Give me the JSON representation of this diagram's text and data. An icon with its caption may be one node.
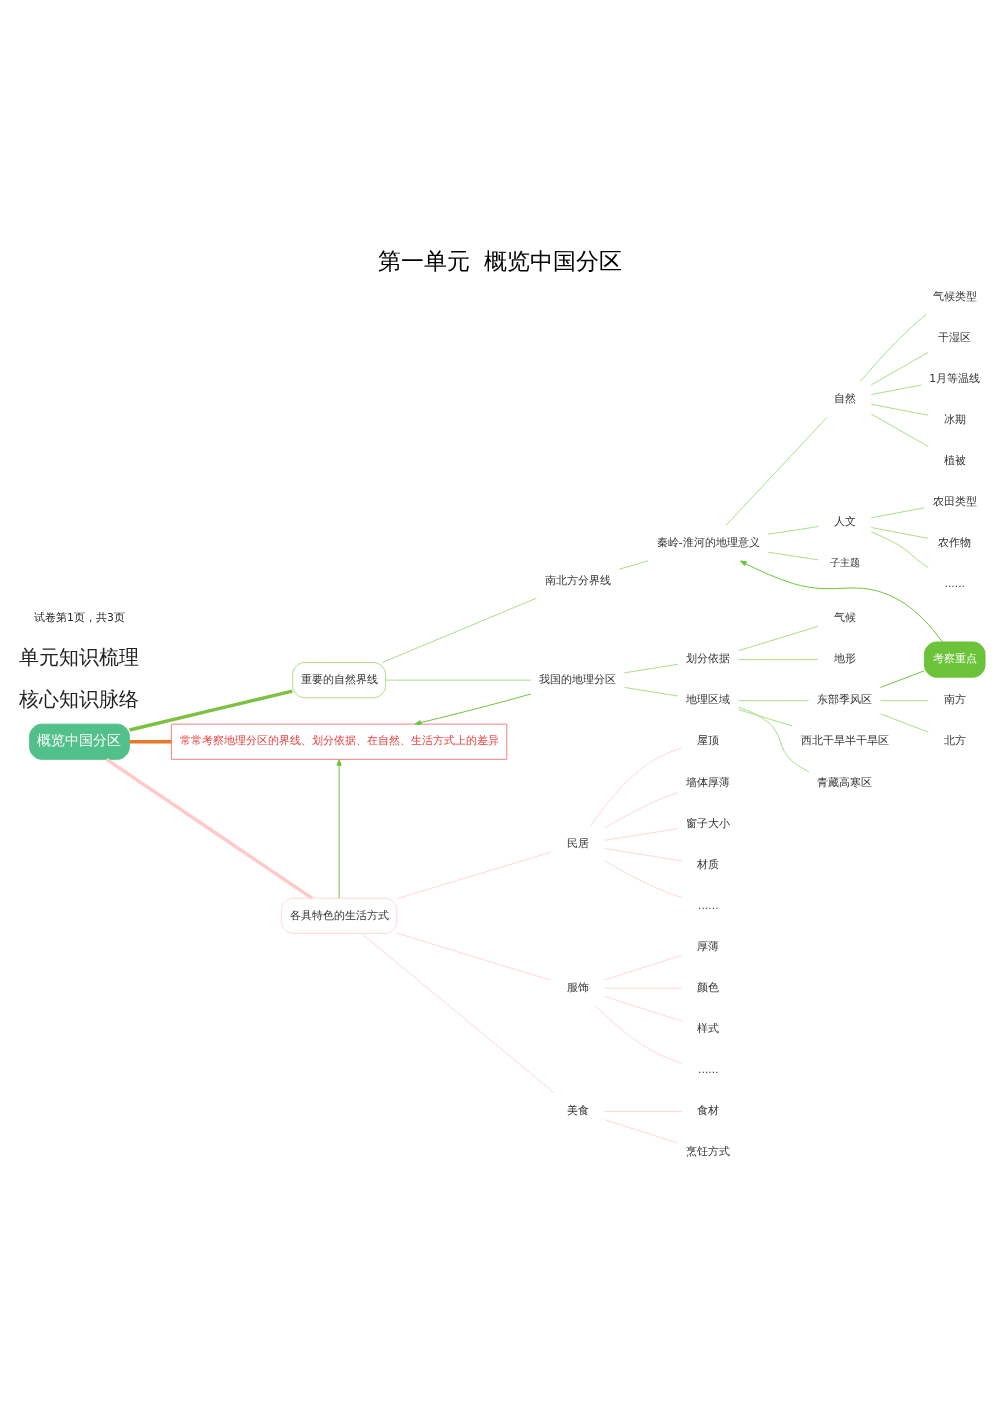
{
  "diagram": {
    "title": "第一单元  概览中国分区",
    "nodes": [
      {
        "text": [
          "概览中国分区"
        ]
      },
      {
        "text": [
          "重要的自然界线"
        ]
      },
      {
        "text": [
          "南北方分界线"
        ]
      },
      {
        "text": [
          "秦岭-淮河的地理意义"
        ]
      },
      {
        "text": [
          "自然"
        ]
      },
      {
        "text": [
          "气候类型"
        ]
      },
      {
        "text": [
          "干湿区"
        ]
      },
      {
        "text": [
          "1月等温线"
        ]
      },
      {
        "text": [
          "冰期"
        ]
      },
      {
        "text": [
          "植被"
        ]
      },
      {
        "text": [
          "人文"
        ]
      },
      {
        "text": [
          "农田类型"
        ]
      },
      {
        "text": [
          "农作物"
        ]
      },
      {
        "text": [
          "......"
        ]
      },
      {
        "text": [
          "子主题"
        ]
      },
      {
        "text": [
          "我国的地理分区"
        ]
      },
      {
        "text": [
          "划分依据"
        ]
      },
      {
        "text": [
          "气候"
        ]
      },
      {
        "text": [
          "地形"
        ]
      },
      {
        "text": [
          "考察重点"
        ]
      },
      {
        "text": [
          "地理区域"
        ]
      },
      {
        "text": [
          "东部季风区"
        ]
      },
      {
        "text": [
          "南方"
        ]
      },
      {
        "text": [
          "北方"
        ]
      },
      {
        "text": [
          "西北干旱半干旱区"
        ]
      },
      {
        "text": [
          "青藏高寒区"
        ]
      },
      {
        "text": [
          "常常考察地理分区的界线、划分依据、在自然、生活方式上的差异"
        ]
      },
      {
        "text": [
          "各具特色的生活方式"
        ]
      },
      {
        "text": [
          "民居"
        ]
      },
      {
        "text": [
          "屋顶"
        ]
      },
      {
        "text": [
          "墙体厚薄"
        ]
      },
      {
        "text": [
          "窗子大小"
        ]
      },
      {
        "text": [
          "材质"
        ]
      },
      {
        "text": [
          "......"
        ]
      },
      {
        "text": [
          "服饰"
        ]
      },
      {
        "text": [
          "厚薄"
        ]
      },
      {
        "text": [
          "颜色"
        ]
      },
      {
        "text": [
          "样式"
        ]
      },
      {
        "text": [
          "......"
        ]
      },
      {
        "text": [
          "美食"
        ]
      },
      {
        "text": [
          "食材"
        ]
      },
      {
        "text": [
          "烹饪方式"
        ]
      }
    ],
    "edges": [
      {
        "from": 0,
        "to": 1,
        "arrow": "none",
        "style": "thick",
        "color": "#7dc142"
      },
      {
        "from": 1,
        "to": 2,
        "arrow": "none"
      },
      {
        "from": 2,
        "to": 3,
        "arrow": "none"
      },
      {
        "from": 3,
        "to": 4,
        "arrow": "none"
      },
      {
        "from": 4,
        "to": 5,
        "arrow": "none"
      },
      {
        "from": 4,
        "to": 6,
        "arrow": "none"
      },
      {
        "from": 4,
        "to": 7,
        "arrow": "none"
      },
      {
        "from": 4,
        "to": 8,
        "arrow": "none"
      },
      {
        "from": 4,
        "to": 9,
        "arrow": "none"
      },
      {
        "from": 3,
        "to": 10,
        "arrow": "none"
      },
      {
        "from": 10,
        "to": 11,
        "arrow": "none"
      },
      {
        "from": 10,
        "to": 12,
        "arrow": "none"
      },
      {
        "from": 10,
        "to": 13,
        "arrow": "none"
      },
      {
        "from": 3,
        "to": 14,
        "arrow": "none"
      },
      {
        "from": 1,
        "to": 15,
        "arrow": "none"
      },
      {
        "from": 15,
        "to": 16,
        "arrow": "none"
      },
      {
        "from": 16,
        "to": 17,
        "arrow": "none"
      },
      {
        "from": 16,
        "to": 18,
        "arrow": "none"
      },
      {
        "from": 15,
        "to": 20,
        "arrow": "none"
      },
      {
        "from": 20,
        "to": 21,
        "arrow": "none"
      },
      {
        "from": 21,
        "to": 22,
        "arrow": "none"
      },
      {
        "from": 21,
        "to": 23,
        "arrow": "none"
      },
      {
        "from": 20,
        "to": 24,
        "arrow": "none"
      },
      {
        "from": 20,
        "to": 25,
        "arrow": "none"
      },
      {
        "from": 21,
        "to": 19,
        "arrow": "none",
        "color": "#6cc33a"
      },
      {
        "from": 19,
        "to": 3,
        "arrow": "to",
        "color": "#6cc33a"
      },
      {
        "from": 0,
        "to": 26,
        "arrow": "none",
        "style": "thick",
        "color": "#e8792b"
      },
      {
        "from": 15,
        "to": 26,
        "arrow": "to",
        "color": "#6cc33a"
      },
      {
        "from": 0,
        "to": 27,
        "arrow": "none",
        "style": "thick",
        "color": "#ffc9c9"
      },
      {
        "from": 27,
        "to": 26,
        "arrow": "to",
        "color": "#6cc33a"
      },
      {
        "from": 27,
        "to": 28,
        "arrow": "none",
        "color": "#ffd6d6"
      },
      {
        "from": 28,
        "to": 29,
        "arrow": "none",
        "color": "#ffd6d6"
      },
      {
        "from": 28,
        "to": 30,
        "arrow": "none",
        "color": "#ffd6d6"
      },
      {
        "from": 28,
        "to": 31,
        "arrow": "none",
        "color": "#ffd6d6"
      },
      {
        "from": 28,
        "to": 32,
        "arrow": "none",
        "color": "#ffd6d6"
      },
      {
        "from": 28,
        "to": 33,
        "arrow": "none",
        "color": "#ffd6d6"
      },
      {
        "from": 27,
        "to": 34,
        "arrow": "none",
        "color": "#ffd6d6"
      },
      {
        "from": 34,
        "to": 35,
        "arrow": "none",
        "color": "#ffd6d6"
      },
      {
        "from": 34,
        "to": 36,
        "arrow": "none",
        "color": "#ffd6d6"
      },
      {
        "from": 34,
        "to": 37,
        "arrow": "none",
        "color": "#ffd6d6"
      },
      {
        "from": 34,
        "to": 38,
        "arrow": "none",
        "color": "#ffd6d6"
      },
      {
        "from": 27,
        "to": 39,
        "arrow": "none",
        "color": "#ffd6d6"
      },
      {
        "from": 39,
        "to": 40,
        "arrow": "none",
        "color": "#ffd6d6"
      },
      {
        "from": 39,
        "to": 41,
        "arrow": "none",
        "color": "#ffd6d6"
      }
    ],
    "labels": [
      "核心知识脉络",
      "单元知识梳理",
      "试卷第1页，共3页"
    ]
  }
}
